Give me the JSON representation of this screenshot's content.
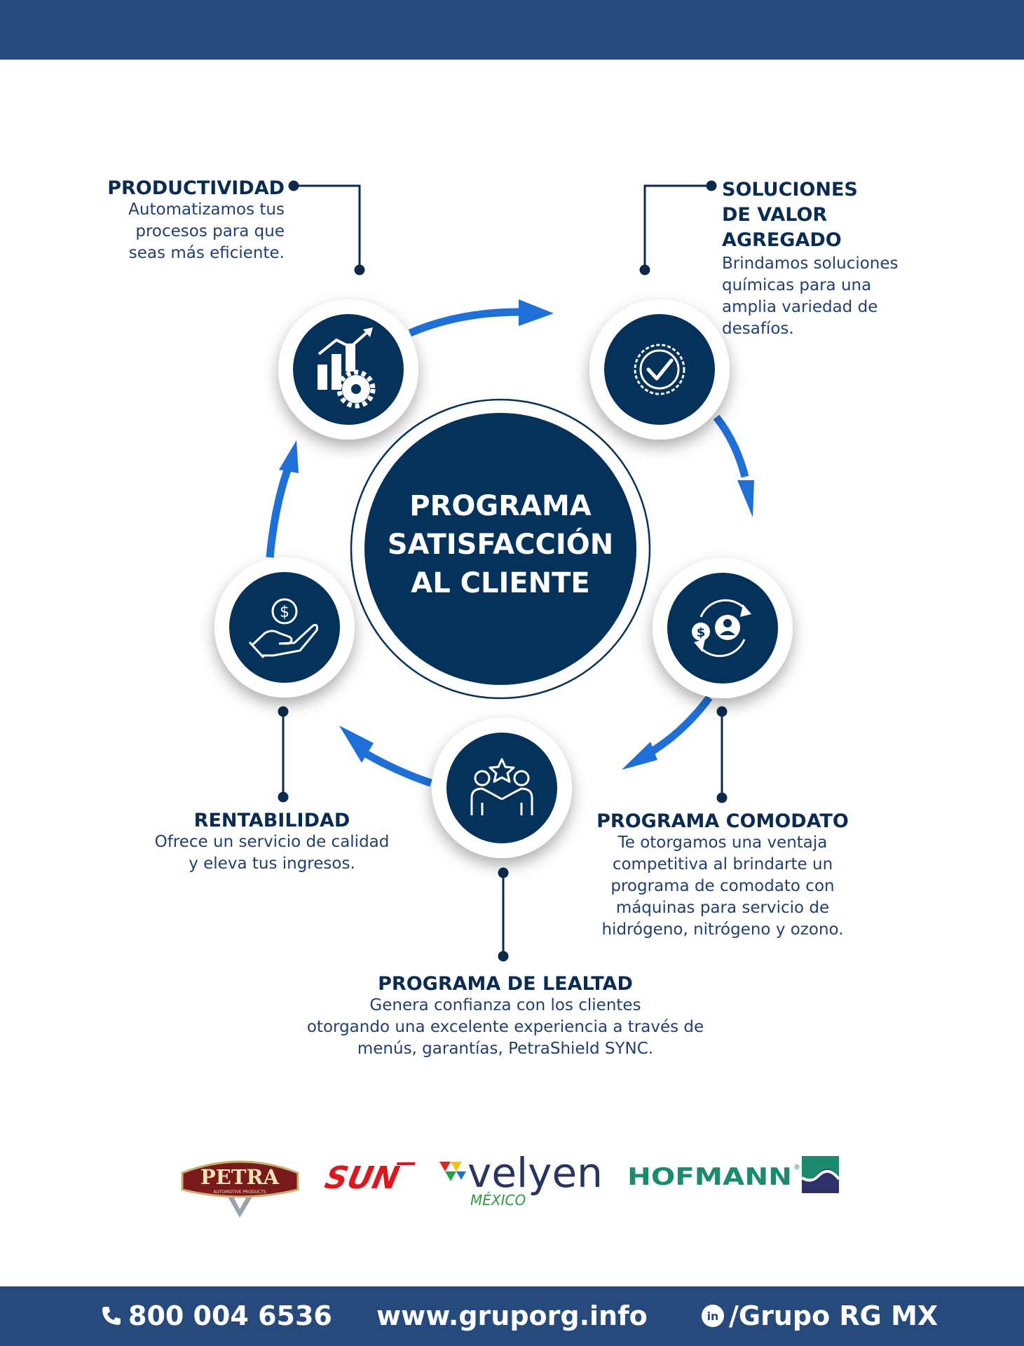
{
  "center": {
    "lines": [
      "PROGRAMA",
      "SATISFACCIÓN",
      "AL CLIENTE"
    ]
  },
  "nodes": {
    "productividad": {
      "title": "PRODUCTIVIDAD",
      "lines": [
        "Automatizamos tus",
        "procesos para que",
        "seas más eficiente."
      ],
      "icon": "growth-chart-gear-icon"
    },
    "soluciones": {
      "title_lines": [
        "SOLUCIONES",
        "DE VALOR",
        "AGREGADO"
      ],
      "lines": [
        "Brindamos soluciones",
        "químicas para una",
        "amplia variedad de",
        "desafíos."
      ],
      "icon": "certified-badge-icon"
    },
    "comodato": {
      "title": "PROGRAMA COMODATO",
      "lines": [
        "Te otorgamos una ventaja",
        "competitiva al brindarte un",
        "programa de comodato con",
        "máquinas para servicio de",
        "hidrógeno, nitrógeno y ozono."
      ],
      "icon": "money-exchange-user-icon"
    },
    "lealtad": {
      "title": "PROGRAMA DE LEALTAD",
      "lines": [
        "Genera confianza con los clientes",
        "otorgando una excelente experiencia a través de",
        "menús, garantías, PetraShield SYNC."
      ],
      "icon": "handshake-star-icon"
    },
    "rentabilidad": {
      "title": "RENTABILIDAD",
      "lines": [
        "Ofrece un servicio de calidad",
        "y eleva tus ingresos."
      ],
      "icon": "hand-coin-icon"
    }
  },
  "brands": {
    "petra": {
      "name": "PETRA",
      "sub": "AUTOMOTIVE PRODUCTS"
    },
    "sun": {
      "name": "SUN"
    },
    "velyen": {
      "name": "velyen",
      "sub": "MÉXICO"
    },
    "hofmann": {
      "name": "HOFMANN",
      "mark": "®"
    }
  },
  "footer": {
    "phone": "800 004 6536",
    "website": "www.gruporg.info",
    "social": "/Grupo RG MX",
    "social_icon": "in"
  },
  "colors": {
    "navy": "#04325a",
    "bar": "#264a7c",
    "arrow": "#1f6fd8",
    "text": "#18335f"
  }
}
